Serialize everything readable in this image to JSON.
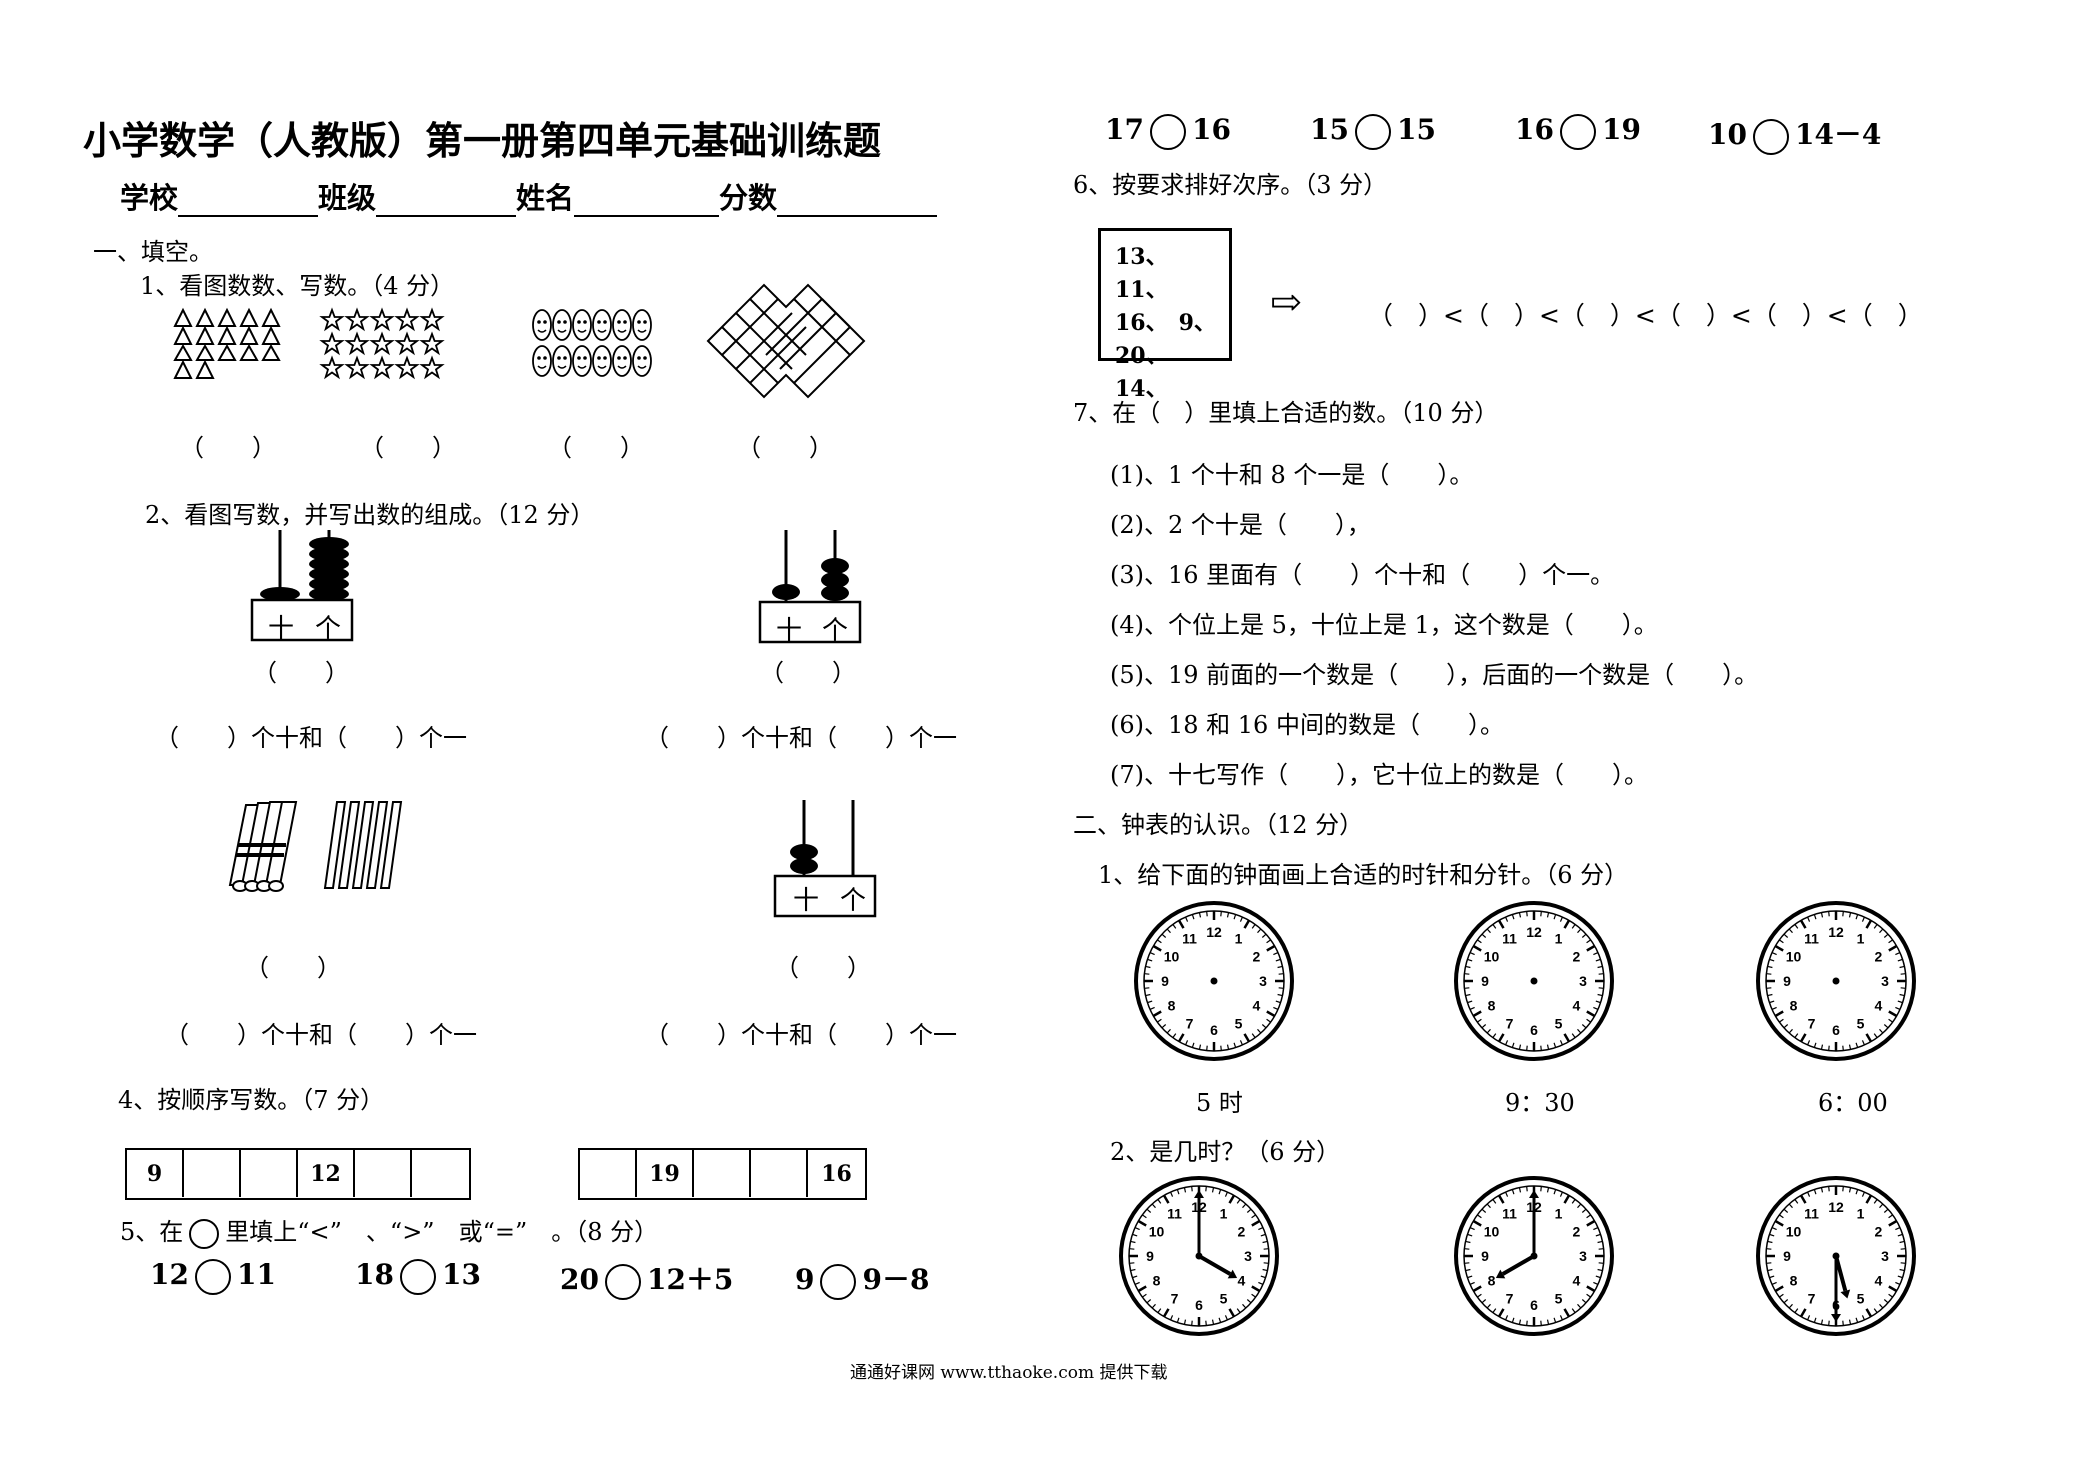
{
  "title": "小学数学（人教版）第一册第四单元基础训练题",
  "header_fields": {
    "school": "学校",
    "class": "班级",
    "name": "姓名",
    "score": "分数"
  },
  "section1": {
    "heading": "一、填空。",
    "q1": {
      "label": "1、看图数数、写数。（4 分）",
      "blanks": [
        "（　　）",
        "（　　）",
        "（　　）",
        "（　　）"
      ]
    },
    "q2": {
      "label": "2、看图写数，并写出数的组成。（12 分）",
      "abacus_labels": {
        "tens": "十",
        "ones": "个"
      },
      "answer_blank": "（　　）",
      "composition": "（　　）个十和（　　）个一"
    },
    "q4": {
      "label": "4、按顺序写数。（7 分）",
      "row1": [
        "9",
        "",
        "",
        "12",
        "",
        ""
      ],
      "row2": [
        "",
        "19",
        "",
        "",
        "16"
      ]
    },
    "q5": {
      "label_prefix": "5、在",
      "label_suffix": "里填上“<”　、“>”　或“=”　。（8 分）",
      "items": [
        [
          "12",
          "11"
        ],
        [
          "18",
          "13"
        ],
        [
          "20",
          "12＋5"
        ],
        [
          "9",
          "9－8"
        ]
      ]
    }
  },
  "right_top_compare": [
    [
      "17",
      "16"
    ],
    [
      "15",
      "15"
    ],
    [
      "16",
      "19"
    ],
    [
      "10",
      "14－4"
    ]
  ],
  "q6": {
    "label": "6、按要求排好次序。（3 分）",
    "numbers": [
      "13、　11、",
      "16、　9、",
      "20、　14、"
    ],
    "arrow": "⇨",
    "order": "（　）<（　）<（　）<（　）<（　）<（　）"
  },
  "q7": {
    "label": "7、在（　）里填上合适的数。（10 分）",
    "items": [
      "(1)、1 个十和 8 个一是（　　）。",
      "(2)、2 个十是（　　），",
      "(3)、16 里面有（　　）个十和（　　）个一。",
      "(4)、个位上是 5，十位上是 1，这个数是（　　）。",
      "(5)、19 前面的一个数是（　　），后面的一个数是（　　）。",
      "(6)、18 和 16 中间的数是（　　）。",
      "(7)、十七写作（　　），它十位上的数是（　　）。"
    ]
  },
  "section2": {
    "heading": "二、钟表的认识。（12 分）",
    "q1_label": "1、给下面的钟面画上合适的时针和分针。（6 分）",
    "q1_times": [
      "5 时",
      "9：30",
      "6：00"
    ],
    "q2_label": "2、是几时？（6 分）",
    "clock_numbers": [
      "12",
      "1",
      "2",
      "3",
      "4",
      "5",
      "6",
      "7",
      "8",
      "9",
      "10",
      "11"
    ],
    "q2_clock_hours": [
      4,
      8,
      5.5
    ]
  },
  "footer": "通通好课网  www.tthaoke.com  提供下载"
}
